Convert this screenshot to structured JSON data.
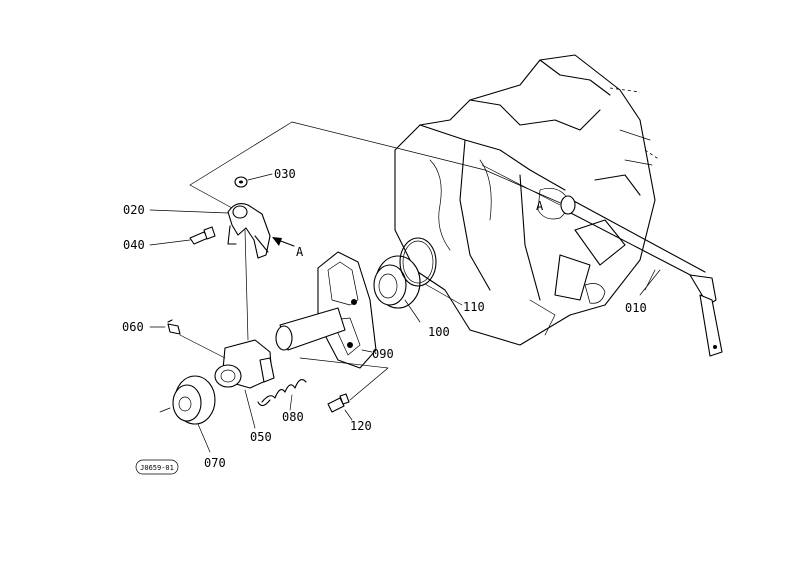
{
  "parts": {
    "p010": "010",
    "p020": "020",
    "p030": "030",
    "p040": "040",
    "p050": "050",
    "p060": "060",
    "p070": "070",
    "p080": "080",
    "p090": "090",
    "p100": "100",
    "p110": "110",
    "p120": "120"
  },
  "markers": {
    "a_fork": "A",
    "a_housing": "A"
  },
  "drawing_code": "J0659-01"
}
